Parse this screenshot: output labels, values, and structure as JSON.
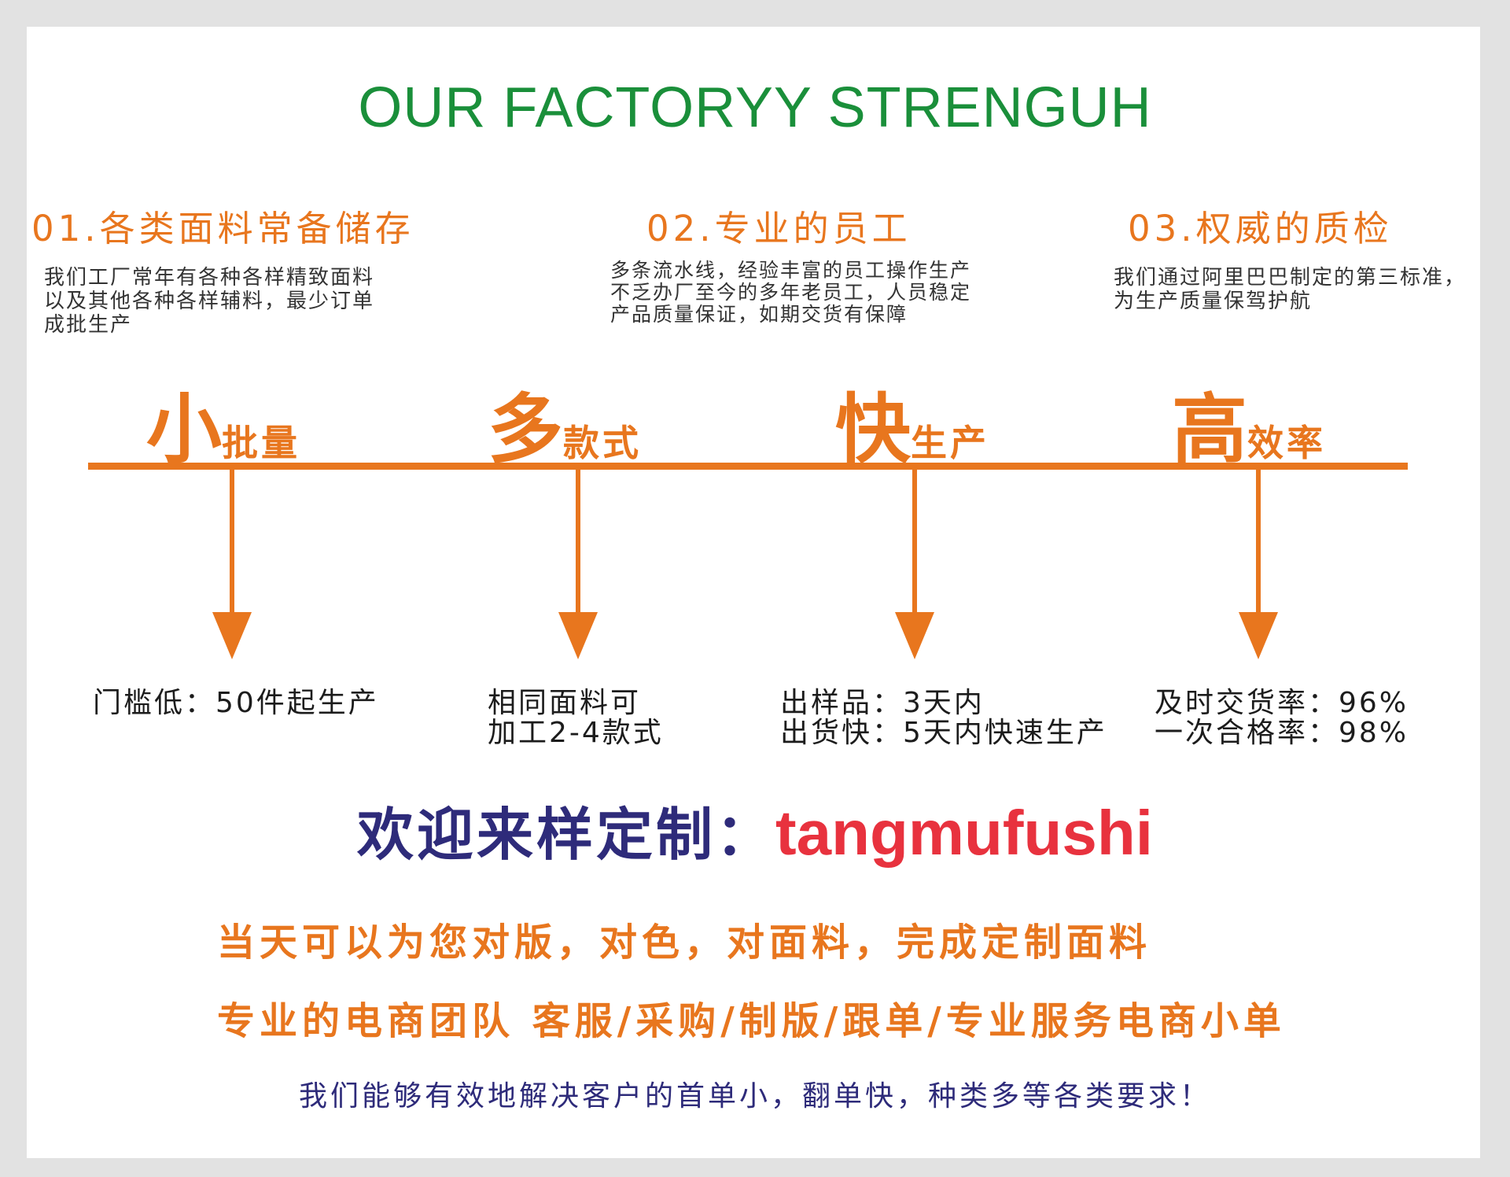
{
  "title": "OUR FACTORYY STRENGUH",
  "features": [
    {
      "heading": "01.各类面料常备储存",
      "lines": [
        "我们工厂常年有各种各样精致面料",
        "以及其他各种各样辅料，最少订单",
        "成批生产"
      ]
    },
    {
      "heading": "02.专业的员工",
      "lines": [
        "多条流水线，经验丰富的员工操作生产",
        "不乏办厂至今的多年老员工，人员稳定",
        "产品质量保证，如期交货有保障"
      ]
    },
    {
      "heading": "03.权威的质检",
      "lines": [
        "我们通过阿里巴巴制定的第三标准，",
        "为生产质量保驾护航"
      ]
    }
  ],
  "timeline": [
    {
      "big": "小",
      "small": "批量",
      "notes": [
        "门槛低：50件起生产"
      ]
    },
    {
      "big": "多",
      "small": "款式",
      "notes": [
        "相同面料可",
        "加工2-4款式"
      ]
    },
    {
      "big": "快",
      "small": "生产",
      "notes": [
        "出样品：3天内",
        "出货快：5天内快速生产"
      ]
    },
    {
      "big": "高",
      "small": "效率",
      "notes": [
        "及时交货率：96%",
        "一次合格率：98%"
      ]
    }
  ],
  "welcome": {
    "label": "欢迎来样定制：",
    "code": "tangmufushi"
  },
  "promo": [
    "当天可以为您对版，对色，对面料，完成定制面料",
    "专业的电商团队 客服/采购/制版/跟单/专业服务电商小单"
  ],
  "footer": "我们能够有效地解决客户的首单小，翻单快，种类多等各类要求！",
  "colors": {
    "orange": "#e8761e",
    "green": "#1a8f3a",
    "navy": "#2e2b7a",
    "red": "#e8323e"
  }
}
